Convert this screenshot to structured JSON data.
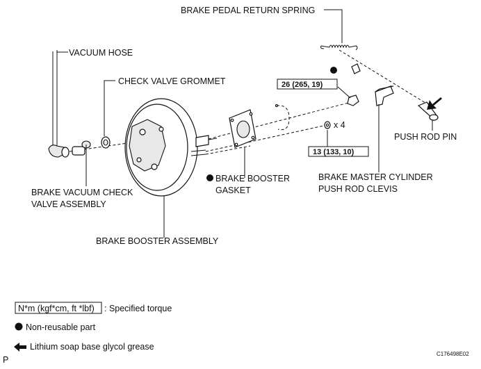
{
  "labels": {
    "brake_pedal_return_spring": "BRAKE PEDAL RETURN SPRING",
    "vacuum_hose": "VACUUM HOSE",
    "check_valve_grommet": "CHECK VALVE GROMMET",
    "push_rod_pin": "PUSH ROD PIN",
    "brake_vacuum_check_valve_assembly_l1": "BRAKE VACUUM CHECK",
    "brake_vacuum_check_valve_assembly_l2": "VALVE ASSEMBLY",
    "brake_booster_gasket_l1": "BRAKE BOOSTER",
    "brake_booster_gasket_l2": "GASKET",
    "master_cylinder_push_rod_clevis_l1": "BRAKE MASTER CYLINDER",
    "master_cylinder_push_rod_clevis_l2": "PUSH ROD CLEVIS",
    "brake_booster_assembly": "BRAKE BOOSTER ASSEMBLY"
  },
  "torques": {
    "clevis_nut": "26 (265, 19)",
    "booster_nut": "13 (133, 10)",
    "booster_nut_qty": "x 4"
  },
  "legend": {
    "torque_box": "N*m (kgf*cm, ft *lbf)",
    "torque_text": ": Specified torque",
    "non_reusable": "Non-reusable part",
    "grease": "Lithium soap base glycol grease"
  },
  "footer": {
    "figure_id": "C176498E02",
    "corner_letter": "P"
  },
  "icons": {
    "non_reusable": "filled-circle-icon",
    "grease": "left-arrow-icon"
  }
}
